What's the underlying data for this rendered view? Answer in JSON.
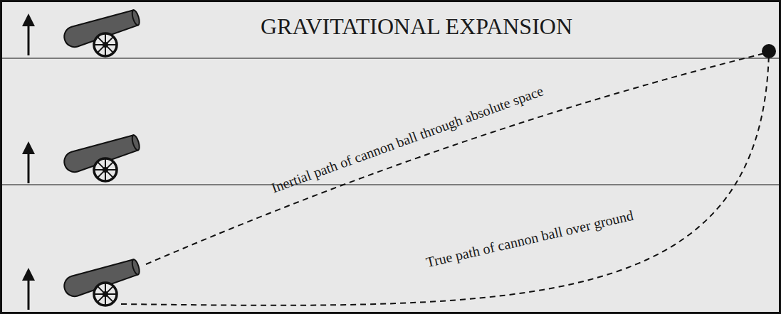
{
  "diagram": {
    "title": "GRAVITATIONAL EXPANSION",
    "labels": [
      "Inertial path of cannon ball through absolute space",
      "True path of cannon ball over ground"
    ]
  }
}
